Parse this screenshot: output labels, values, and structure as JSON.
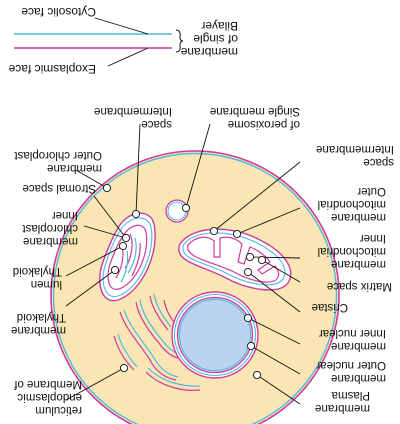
{
  "top_labels": {
    "cytosolic_face": "Cytosolic face",
    "exoplasmic_face": "Exoplasmic face",
    "membrane_bilayer": [
      "membrane",
      "of single",
      "Bilayer"
    ]
  },
  "labels": {
    "intermembrane_space_chloroplast": [
      "space",
      "Intermembrane"
    ],
    "peroxisome_membrane": [
      "of peroxisome",
      "Single membrane"
    ],
    "outer_chloroplast_membrane": [
      "membrane",
      "Outer chloroplast"
    ],
    "mito_intermembrane_space": [
      "space",
      "Intermembrane"
    ],
    "stromal_space": [
      "Stromal space"
    ],
    "outer_mito_membrane": [
      "membrane",
      "mitochondrial",
      "Outer"
    ],
    "inner_chloroplast_membrane": [
      "membrane",
      "chloroplast",
      "Inner"
    ],
    "inner_mito_membrane": [
      "membrane",
      "mitochondrial",
      "Inner"
    ],
    "thylakoid_lumen": [
      "lumen",
      "Thylakoid"
    ],
    "matrix_space": [
      "Matrix space"
    ],
    "cristae": [
      "Cristae"
    ],
    "thylakoid_membrane": [
      "membrane",
      "Thylakoid"
    ],
    "inner_nuclear_membrane": [
      "membrane",
      "Inner nuclear"
    ],
    "outer_nuclear_membrane": [
      "membrane",
      "Outer nuclear"
    ],
    "er_membrane": [
      "reticulum",
      "endoplasmic",
      "Membrane of"
    ],
    "plasma_membrane": [
      "membrane",
      "Plasma"
    ]
  },
  "colors": {
    "cytosol": "#fae6b4",
    "nucleus": "#bcd3f0",
    "membrane_outer": "#d2389e",
    "membrane_inner": "#4fb9de",
    "marker_fill": "#ffffff"
  }
}
